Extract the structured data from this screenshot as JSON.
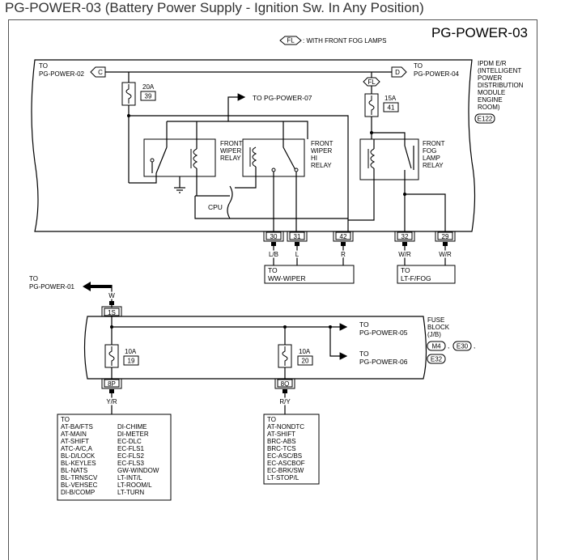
{
  "page_title": "PG-POWER-03 (Battery Power Supply - Ignition Sw. In Any Position)",
  "diagram_id": "PG-POWER-03",
  "legend": {
    "code": "FL",
    "text": ": WITH FRONT FOG LAMPS"
  },
  "ipdm": {
    "label_lines": [
      "IPDM E/R",
      "(INTELLIGENT",
      "POWER",
      "DISTRIBUTION",
      "MODULE",
      "ENGINE",
      "ROOM)"
    ],
    "connector": "E122",
    "to_left": {
      "to": "TO",
      "target": "PG-POWER-02",
      "letter": "C"
    },
    "to_right": {
      "to": "TO",
      "target": "PG-POWER-04",
      "letter": "D"
    },
    "fl_tag": "FL",
    "fuse_20a": {
      "amp": "20A",
      "num": "39"
    },
    "fuse_15a": {
      "amp": "15A",
      "num": "41"
    },
    "to_pg07": "TO PG-POWER-07",
    "relay_wiper": [
      "FRONT",
      "WIPER",
      "RELAY"
    ],
    "relay_hi": [
      "FRONT",
      "WIPER",
      "HI",
      "RELAY"
    ],
    "relay_fog": [
      "FRONT",
      "FOG",
      "LAMP",
      "RELAY"
    ],
    "cpu": "CPU",
    "terminals": [
      "30",
      "31",
      "42",
      "32",
      "29"
    ],
    "wire_colors": [
      "L/B",
      "L",
      "R",
      "W/R",
      "W/R"
    ],
    "dest_wiper": {
      "to": "TO",
      "target": "WW-WIPER"
    },
    "dest_fog": {
      "to": "TO",
      "target": "LT-F/FOG"
    }
  },
  "fuse_block": {
    "label_lines": [
      "FUSE",
      "BLOCK",
      "(J/B)"
    ],
    "connectors": [
      "M4",
      "E30",
      "E32"
    ],
    "in": {
      "to": "TO",
      "target": "PG-POWER-01",
      "wire": "W",
      "terminal": "1S"
    },
    "out_05": {
      "to": "TO",
      "target": "PG-POWER-05"
    },
    "out_06": {
      "to": "TO",
      "target": "PG-POWER-06"
    },
    "fuse_a": {
      "amp": "10A",
      "num": "19",
      "terminal": "8P",
      "wire": "Y/R"
    },
    "fuse_b": {
      "amp": "10A",
      "num": "20",
      "terminal": "8Q",
      "wire": "R/Y"
    }
  },
  "dest_list_1": {
    "header": "TO",
    "col1": [
      "AT-BA/FTS",
      "AT-MAIN",
      "AT-SHIFT",
      "ATC-A/C,A",
      "BL-D/LOCK",
      "BL-KEYLES",
      "BL-NATS",
      "BL-TRNSCV",
      "BL-VEHSEC",
      "DI-B/COMP"
    ],
    "col2": [
      "DI-CHIME",
      "DI-METER",
      "EC-DLC",
      "EC-FLS1",
      "EC-FLS2",
      "EC-FLS3",
      "GW-WINDOW",
      "LT-INT/L",
      "LT-ROOM/L",
      "LT-TURN"
    ]
  },
  "dest_list_2": {
    "header": "TO",
    "items": [
      "AT-NONDTC",
      "AT-SHIFT",
      "BRC-ABS",
      "BRC-TCS",
      "EC-ASC/BS",
      "EC-ASCBOF",
      "EC-BRK/SW",
      "LT-STOP/L"
    ]
  }
}
